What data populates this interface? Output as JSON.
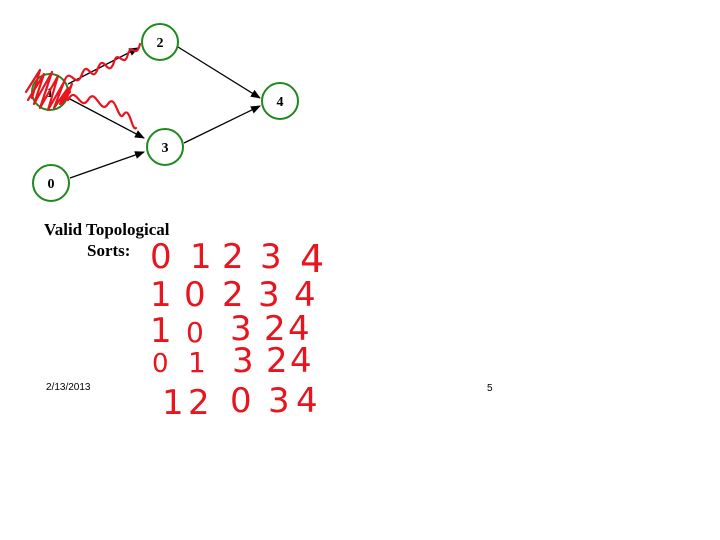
{
  "graph": {
    "nodes": [
      {
        "id": "n2",
        "label": "2"
      },
      {
        "id": "n1",
        "label": "1"
      },
      {
        "id": "n4",
        "label": "4"
      },
      {
        "id": "n3",
        "label": "3"
      },
      {
        "id": "n0",
        "label": "0"
      }
    ],
    "edges": [
      {
        "from": "1",
        "to": "2"
      },
      {
        "from": "1",
        "to": "3"
      },
      {
        "from": "0",
        "to": "3"
      },
      {
        "from": "2",
        "to": "4"
      },
      {
        "from": "3",
        "to": "4"
      }
    ]
  },
  "heading": {
    "line1": "Valid Topological",
    "line2": "Sorts:"
  },
  "sorts": [
    [
      "0",
      "1",
      "2",
      "3",
      "4"
    ],
    [
      "1",
      "0",
      "2",
      "3",
      "4"
    ],
    [
      "1",
      "0",
      "3",
      "2",
      "4"
    ],
    [
      "0",
      "1",
      "3",
      "2",
      "4"
    ],
    [
      "1",
      "2",
      "0",
      "3",
      "4"
    ]
  ],
  "footer": {
    "date": "2/13/2013",
    "page": "5"
  },
  "colors": {
    "node_border": "#1e8a1e",
    "ink": "#e8141e",
    "edge": "#000000"
  }
}
